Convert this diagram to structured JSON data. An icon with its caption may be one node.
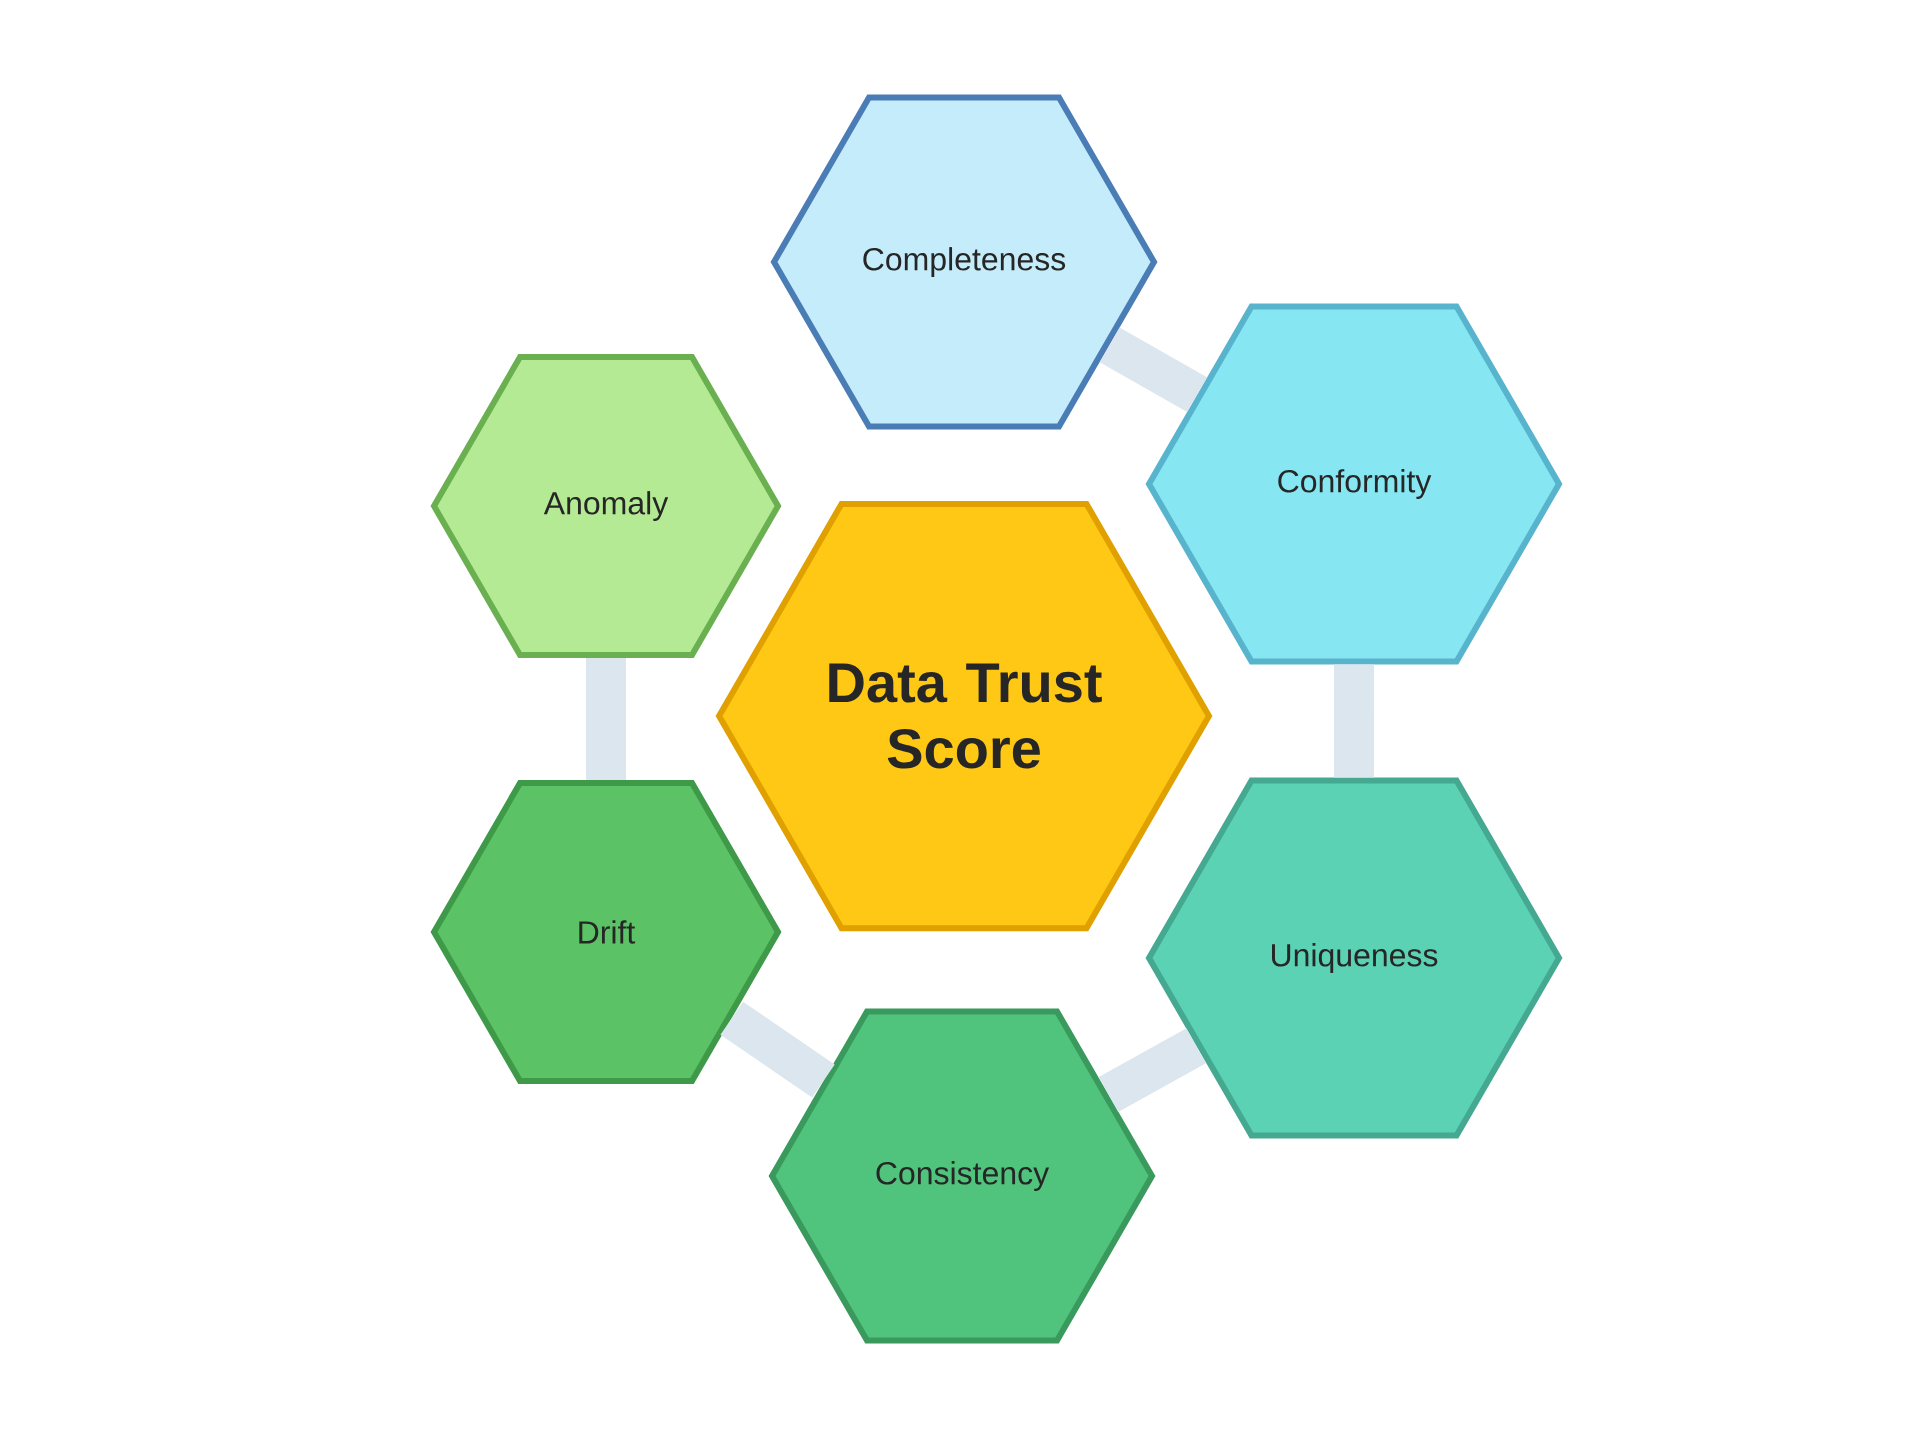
{
  "diagram": {
    "nodes": [
      {
        "text": [
          "Data Trust Score"
        ]
      },
      {
        "text": [
          "Completeness"
        ]
      },
      {
        "text": [
          "Conformity"
        ]
      },
      {
        "text": [
          "Uniqueness"
        ]
      },
      {
        "text": [
          "Consistency"
        ]
      },
      {
        "text": [
          "Drift"
        ]
      },
      {
        "text": [
          "Anomaly"
        ]
      }
    ],
    "edges": [
      {
        "from": 1,
        "to": 2,
        "arrow": "none"
      },
      {
        "from": 2,
        "to": 3,
        "arrow": "none"
      },
      {
        "from": 3,
        "to": 4,
        "arrow": "none"
      },
      {
        "from": 4,
        "to": 5,
        "arrow": "none"
      },
      {
        "from": 5,
        "to": 6,
        "arrow": "none"
      }
    ]
  }
}
